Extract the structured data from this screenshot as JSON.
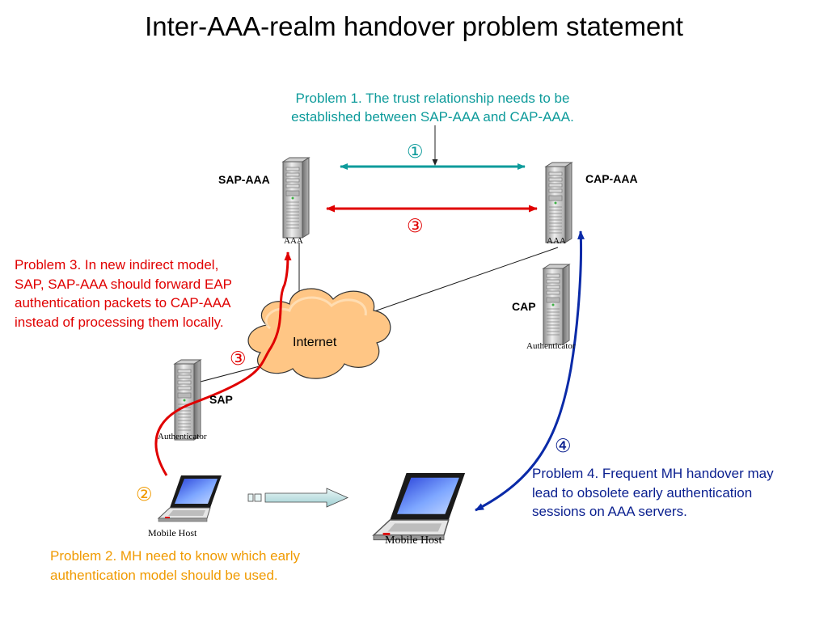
{
  "title": "Inter-AAA-realm handover problem statement",
  "problems": {
    "p1": [
      "Problem 1. The trust relationship needs to be",
      "established between SAP-AAA and CAP-AAA."
    ],
    "p2": [
      "Problem 2. MH need to know which early",
      "authentication model should be used."
    ],
    "p3": [
      "Problem 3. In new indirect model,",
      "SAP, SAP-AAA should forward EAP",
      "authentication packets to CAP-AAA",
      "instead of processing them locally."
    ],
    "p4": [
      "Problem 4. Frequent MH handover may",
      "lead to obsolete early authentication",
      "sessions on AAA servers."
    ]
  },
  "nodes": {
    "sap_aaa": {
      "label": "SAP-AAA",
      "caption": "AAA"
    },
    "cap_aaa": {
      "label": "CAP-AAA",
      "caption": "AAA"
    },
    "cap": {
      "label": "CAP",
      "caption": "Authenticator"
    },
    "sap": {
      "label": "SAP",
      "caption": "Authenticator"
    },
    "internet": {
      "label": "Internet"
    },
    "mh_left": {
      "caption": "Mobile Host"
    },
    "mh_right": {
      "caption": "Mobile Host"
    }
  },
  "markers": {
    "m1": "①",
    "m2": "②",
    "m3": "③",
    "m4": "④"
  },
  "colors": {
    "p1": "#0e9b9b",
    "p2": "#f09a00",
    "p3": "#e00000",
    "p4": "#0a1f8f",
    "cloud": "#ffc685"
  },
  "icons": [
    "server-icon",
    "laptop-icon",
    "cloud-icon",
    "arrow-icon"
  ]
}
